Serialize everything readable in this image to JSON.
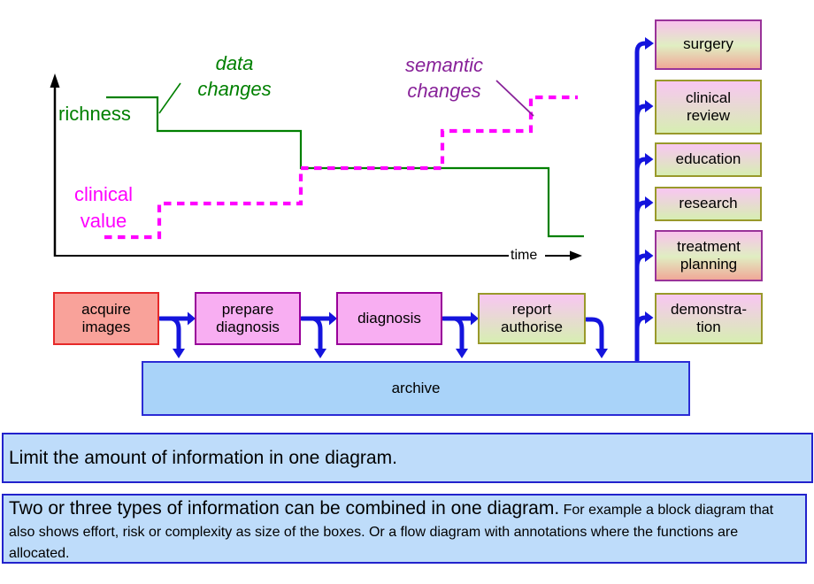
{
  "chart": {
    "labels": {
      "richness": "richness",
      "clinical_value": "clinical\nvalue",
      "data_changes": "data\nchanges",
      "semantic_changes": "semantic\nchanges",
      "time": "time"
    },
    "colors": {
      "richness_green": "#008000",
      "clinical_magenta": "#ff00ff",
      "semantic_purple": "#882299",
      "axis_black": "#000000"
    },
    "series": [
      {
        "name": "richness",
        "style": "solid",
        "points": [
          [
            120,
            110
          ],
          [
            178,
            110
          ],
          [
            178,
            148
          ],
          [
            340,
            148
          ],
          [
            340,
            190
          ],
          [
            620,
            190
          ],
          [
            620,
            267
          ],
          [
            660,
            267
          ]
        ]
      },
      {
        "name": "clinical value",
        "style": "dashed",
        "points": [
          [
            118,
            268
          ],
          [
            180,
            268
          ],
          [
            180,
            230
          ],
          [
            340,
            230
          ],
          [
            340,
            190
          ],
          [
            500,
            190
          ],
          [
            500,
            148
          ],
          [
            600,
            148
          ],
          [
            600,
            110
          ],
          [
            653,
            110
          ]
        ]
      }
    ]
  },
  "flow": {
    "boxes": [
      {
        "label": "acquire\nimages"
      },
      {
        "label": "prepare\ndiagnosis"
      },
      {
        "label": "diagnosis"
      },
      {
        "label": "report\nauthorise"
      }
    ],
    "archive_label": "archive"
  },
  "uses": [
    {
      "label": "surgery"
    },
    {
      "label": "clinical\nreview"
    },
    {
      "label": "education"
    },
    {
      "label": "research"
    },
    {
      "label": "treatment\nplanning"
    },
    {
      "label": "demonstra-\ntion"
    }
  ],
  "notes": [
    {
      "text": "Limit the amount of information in one diagram."
    },
    {
      "lead": "Two or three types of information can be combined in one diagram.",
      "detail": " For example a block diagram that also shows effort, risk or complexity as size of the boxes. Or a flow diagram with annotations where the functions are allocated."
    }
  ],
  "colors": {
    "arrow_blue": "#1414dd",
    "archive_fill": "#a9d3f9",
    "archive_border": "#2b2bd5",
    "note_fill": "#bedcfa",
    "note_border": "#2222cc",
    "acquire_fill": "#f9a29a",
    "acquire_border": "#e62929",
    "process_fill": "#f8aef2",
    "process_border": "#990099",
    "gradient_pink": "#f8c6f2",
    "gradient_green": "#d7eeb2",
    "gradient_salmon": "#f0a898",
    "olive_border": "#99992b",
    "purple_border": "#993399"
  }
}
